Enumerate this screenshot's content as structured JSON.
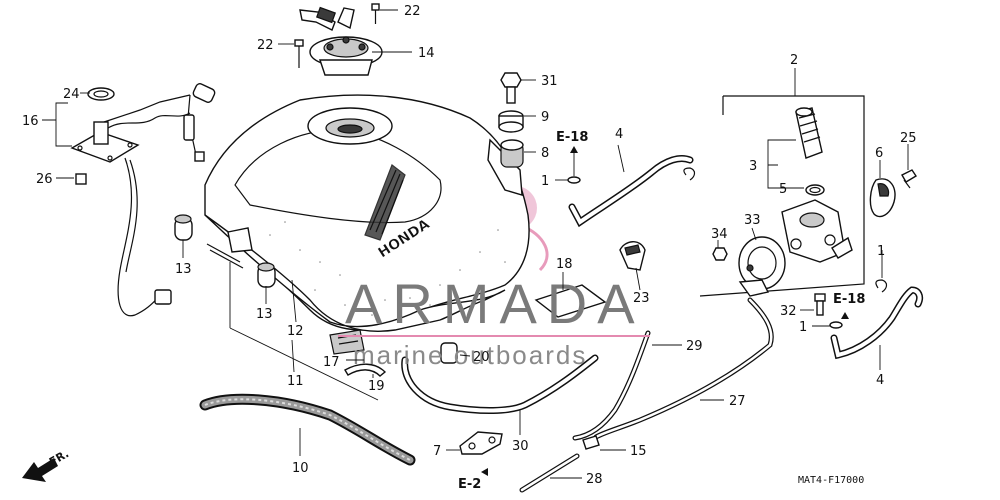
{
  "diagram_code": "MAT4-F17000",
  "front_marker": "FR.",
  "brand_text": "HONDA",
  "watermark": {
    "title": "ARMADA",
    "subtitle": "marine outboards",
    "accent_color": "#e8a6c4",
    "line_color": "#e48ab0"
  },
  "refs": {
    "e18_top": "E-18",
    "e18_right": "E-18",
    "e2": "E-2"
  },
  "callouts": {
    "c22_top": "22",
    "c22_left": "22",
    "c14": "14",
    "c31": "31",
    "c9": "9",
    "c8": "8",
    "c4_top": "4",
    "c1_top": "1",
    "c2": "2",
    "c3": "3",
    "c5": "5",
    "c6": "6",
    "c25": "25",
    "c24": "24",
    "c16": "16",
    "c26": "26",
    "c13_left": "13",
    "c13_mid": "13",
    "c12": "12",
    "c11": "11",
    "c17": "17",
    "c19": "19",
    "c18": "18",
    "c20": "20",
    "c23": "23",
    "c34": "34",
    "c33": "33",
    "c1_right": "1",
    "c32": "32",
    "c1_lower": "1",
    "c4_right": "4",
    "c29": "29",
    "c27": "27",
    "c30": "30",
    "c7": "7",
    "c15": "15",
    "c28": "28",
    "c10": "10"
  },
  "colors": {
    "line": "#111111",
    "tank_fill": "#f4f4f4"
  }
}
